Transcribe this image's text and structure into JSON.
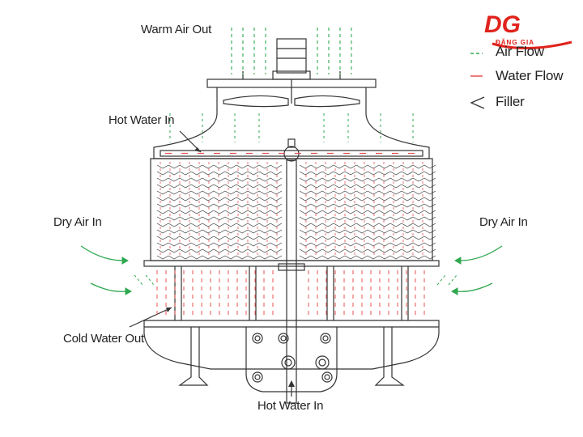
{
  "labels": {
    "warm_air_out": "Warm Air Out",
    "hot_water_in_top": "Hot Water In",
    "dry_air_in_left": "Dry Air In",
    "dry_air_in_right": "Dry Air In",
    "cold_water_out": "Cold Water Out",
    "hot_water_in_bottom": "Hot Water In"
  },
  "legend": {
    "air_flow": "Air Flow",
    "water_flow": "Water Flow",
    "filler": "Filler"
  },
  "logo": {
    "mark": "DG",
    "text": "ĐĂNG GIA"
  },
  "colors": {
    "line": "#333333",
    "air": "#2fa84f",
    "water": "#e8504f",
    "brand": "#e0231c"
  },
  "icons": {
    "filler_symbol": "<"
  }
}
